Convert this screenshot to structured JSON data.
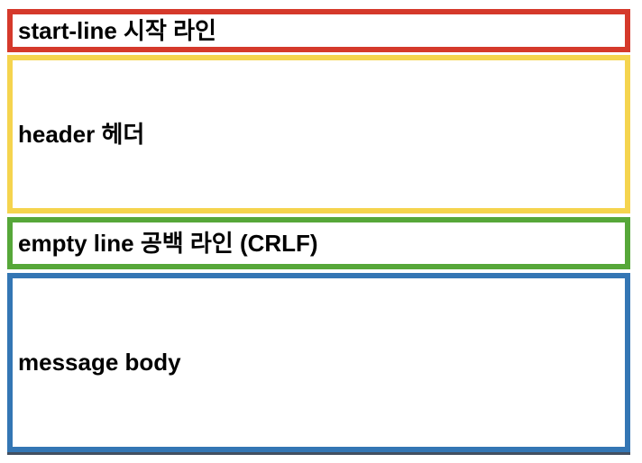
{
  "diagram": {
    "boxes": [
      {
        "name": "start-line",
        "label": "start-line 시작 라인",
        "border_color": "#d5392b"
      },
      {
        "name": "header",
        "label": "header 헤더",
        "border_color": "#f5d44e"
      },
      {
        "name": "empty-line",
        "label": "empty line 공백 라인 (CRLF)",
        "border_color": "#56a739"
      },
      {
        "name": "message-body",
        "label": "message body",
        "border_color": "#3476b4"
      }
    ]
  }
}
